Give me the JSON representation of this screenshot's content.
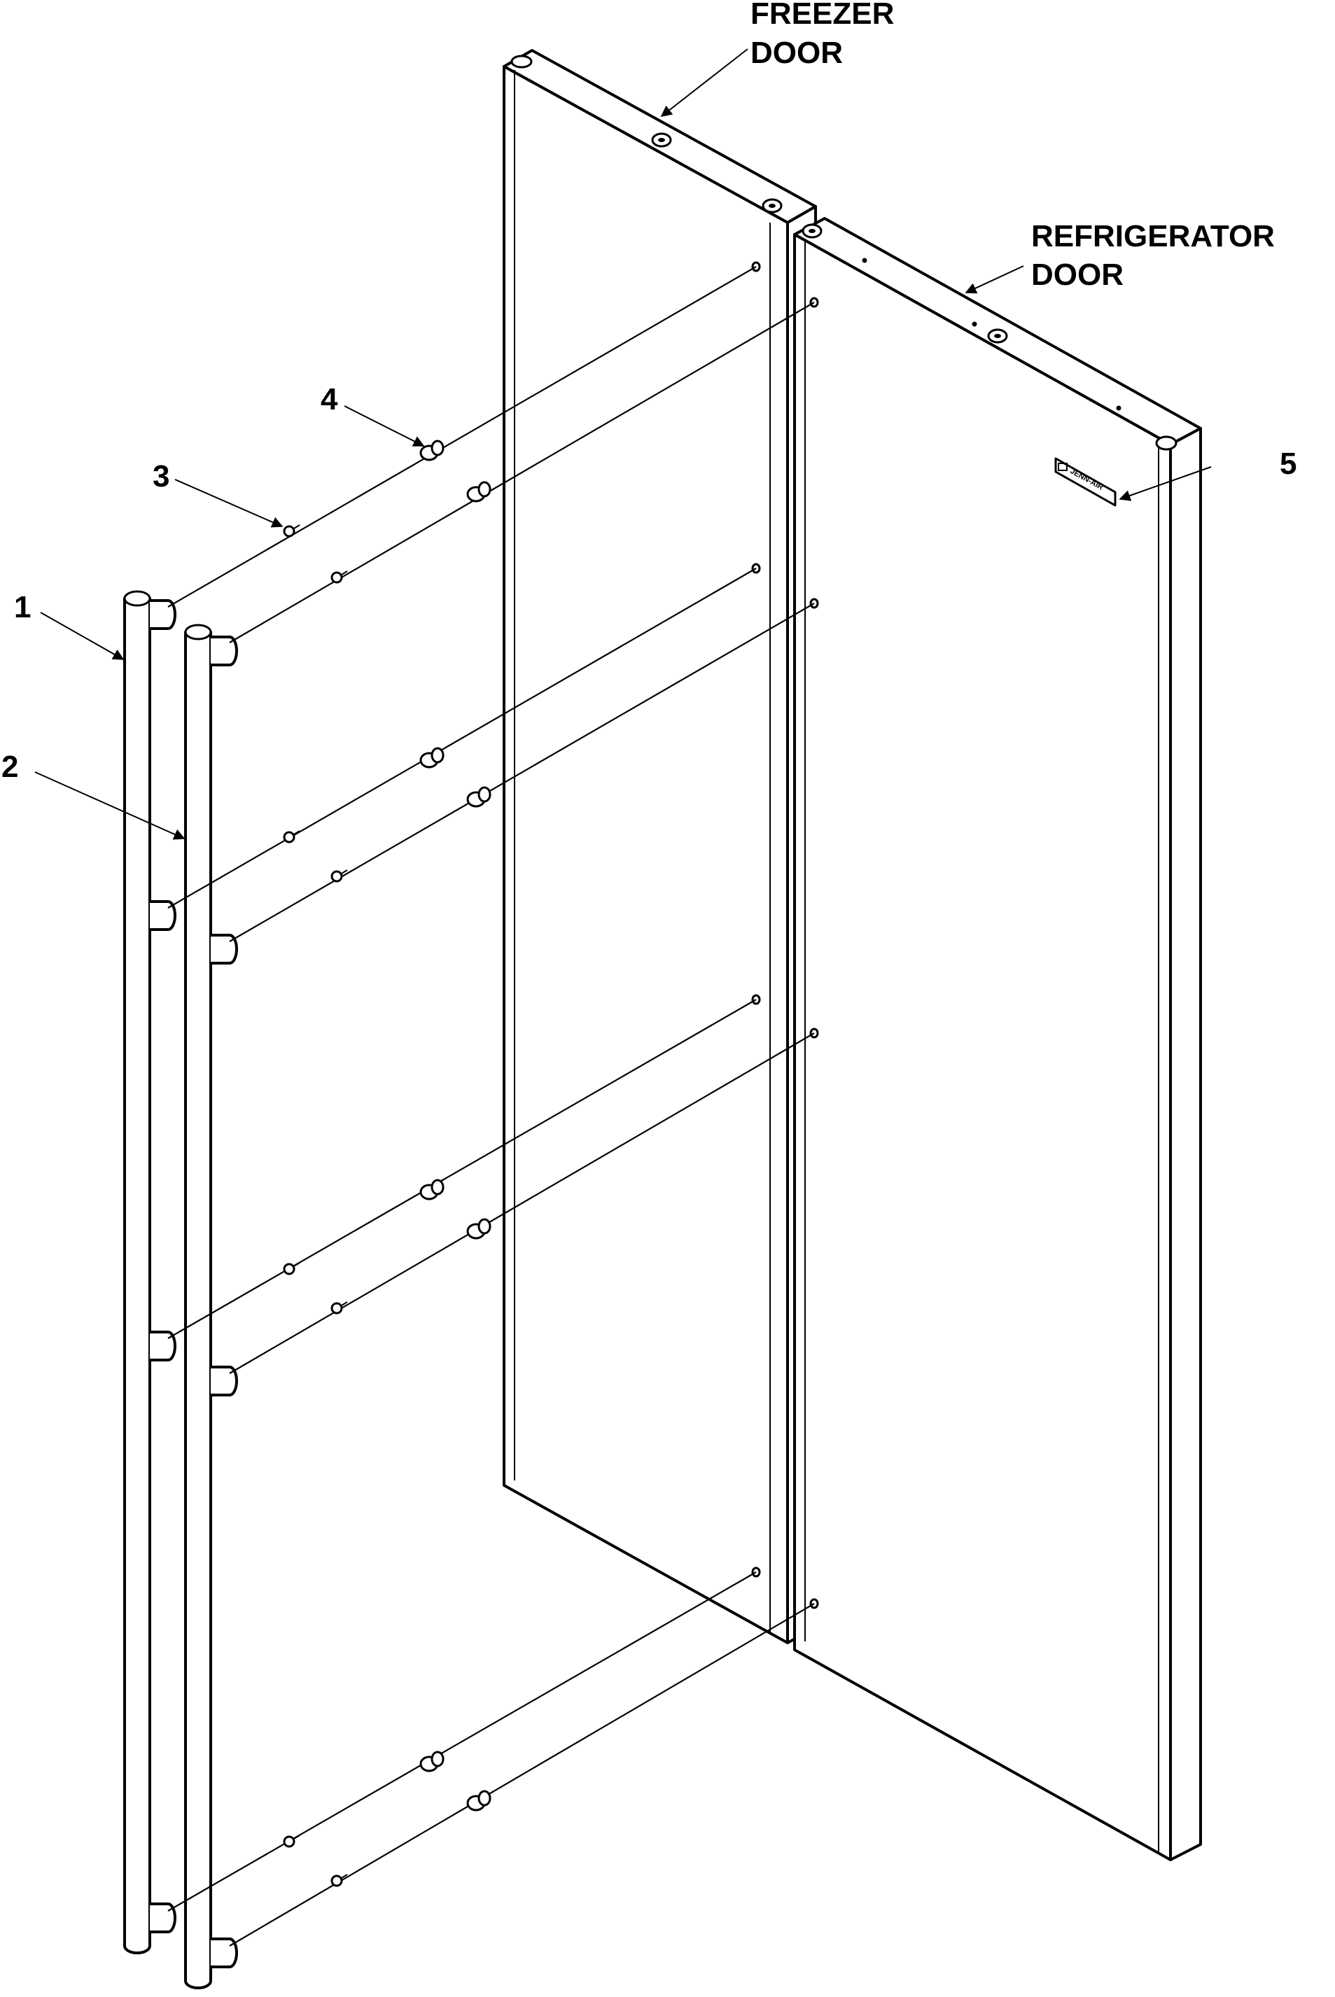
{
  "labels": {
    "freezer_door_line1": "FREEZER",
    "freezer_door_line2": "DOOR",
    "refrigerator_door_line1": "REFRIGERATOR",
    "refrigerator_door_line2": "DOOR",
    "part_1": "1",
    "part_2": "2",
    "part_3": "3",
    "part_4": "4",
    "part_5": "5",
    "logo_text": "JENN-AIR"
  },
  "colors": {
    "line": "#000000",
    "background": "#ffffff"
  }
}
